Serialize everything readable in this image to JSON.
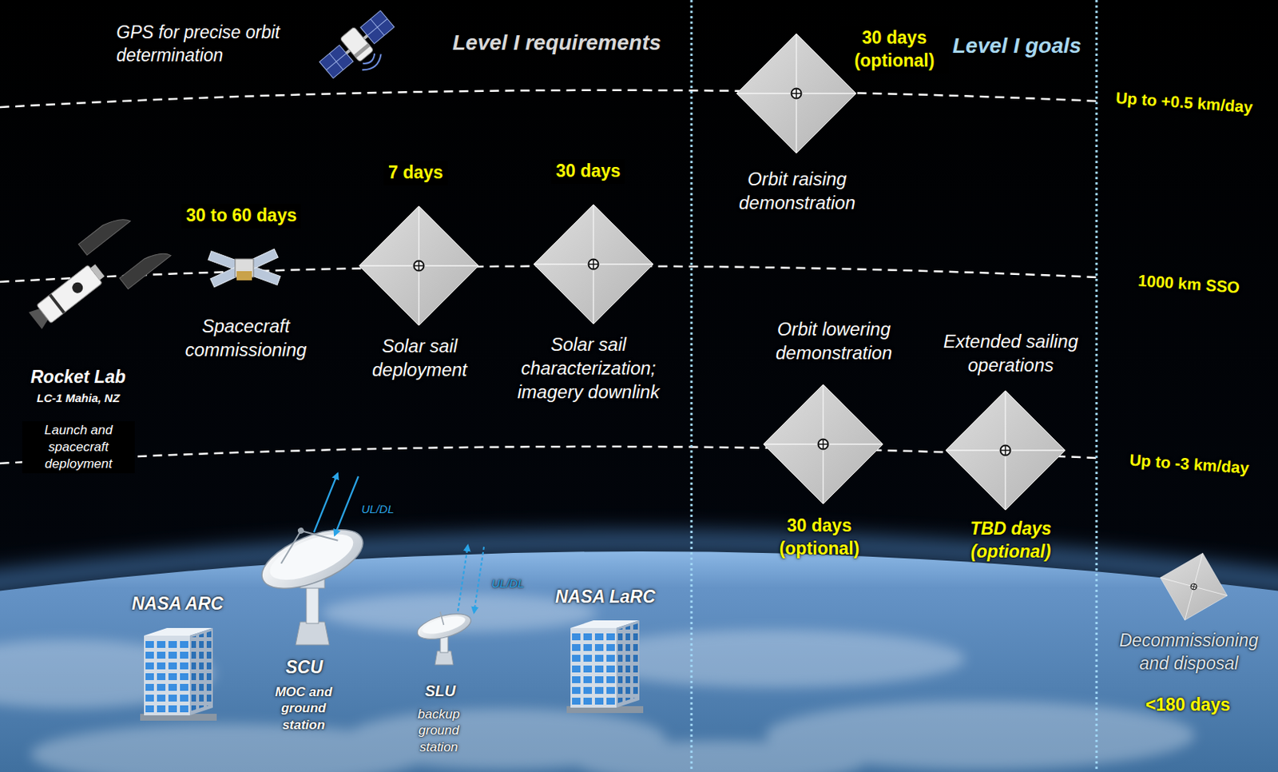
{
  "diagram": {
    "labels": [
      "GPS for precise orbit determination",
      "Level I requirements",
      "30 days (optional)",
      "Level I goals",
      "Up to +0.5 km/day",
      "Orbit raising demonstration",
      "7 days",
      "30 days",
      "30 to 60 days",
      "1000 km SSO",
      "Spacecraft commissioning",
      "Solar sail deployment",
      "Solar sail characterization; imagery downlink",
      "Orbit lowering demonstration",
      "Extended sailing operations",
      "Rocket Lab",
      "LC-1 Mahia, NZ",
      "Launch and spacecraft deployment",
      "Up to -3 km/day",
      "UL/DL",
      "UL/DL",
      "30 days (optional)",
      "TBD days (optional)",
      "NASA ARC",
      "NASA LaRC",
      "SCU",
      "MOC and ground station",
      "SLU",
      "backup ground station",
      "Decommissioning and disposal",
      "<180 days"
    ]
  }
}
